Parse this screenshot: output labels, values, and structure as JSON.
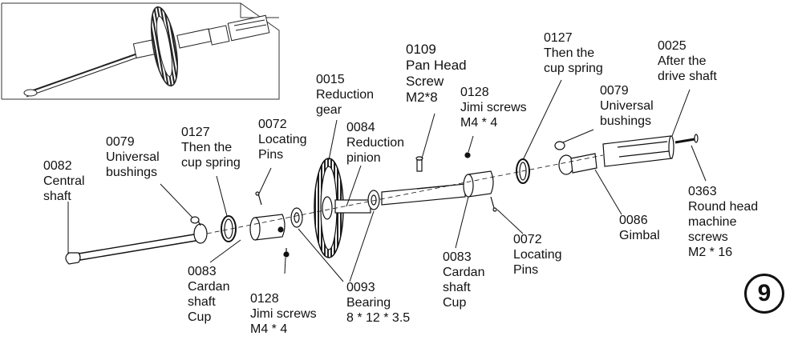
{
  "labels": {
    "l0082": [
      "0082",
      "Central",
      "shaft"
    ],
    "l0079a": [
      "0079",
      "Universal",
      "bushings"
    ],
    "l0127a": [
      "0127",
      "Then the",
      "cup spring"
    ],
    "l0072a": [
      "0072",
      "Locating",
      "Pins"
    ],
    "l0015": [
      "0015",
      "Reduction",
      "gear"
    ],
    "l0084": [
      "0084",
      "Reduction",
      "pinion"
    ],
    "l0109": [
      "0109",
      "Pan Head",
      "Screw",
      "M2*8"
    ],
    "l0128a": [
      "0128",
      "Jimi screws",
      "M4 * 4"
    ],
    "l0127b": [
      "0127",
      "Then the",
      "cup spring"
    ],
    "l0025": [
      "0025",
      "After the",
      "drive shaft"
    ],
    "l0079b": [
      "0079",
      "Universal",
      "bushings"
    ],
    "l0363": [
      "0363",
      "Round head",
      "machine",
      "screws",
      "M2 * 16"
    ],
    "l0086": [
      "0086",
      "Gimbal"
    ],
    "l0083a": [
      "0083",
      "Cardan",
      "shaft",
      "Cup"
    ],
    "l0128b": [
      "0128",
      "Jimi screws",
      "M4 * 4"
    ],
    "l0093": [
      "0093",
      "Bearing",
      "8 * 12 * 3.5"
    ],
    "l0083b": [
      "0083",
      "Cardan",
      "shaft",
      "Cup"
    ],
    "l0072b": [
      "0072",
      "Locating",
      "Pins"
    ]
  },
  "step_number": "9"
}
